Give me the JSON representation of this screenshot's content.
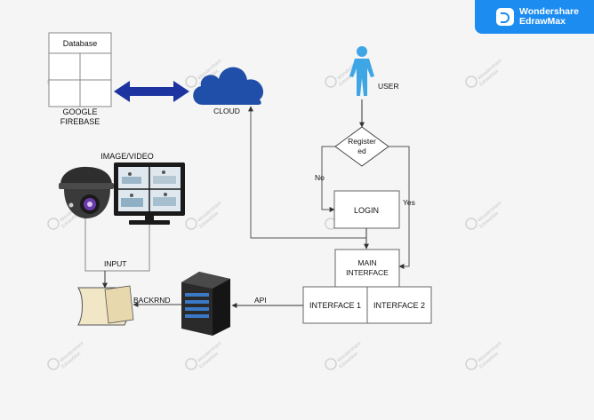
{
  "brand": {
    "line1": "Wondershare",
    "line2": "EdrawMax"
  },
  "watermark": {
    "line1": "Wondershare",
    "line2": "EdrawMax"
  },
  "nodes": {
    "database_header": "Database",
    "database_label_1": "GOOGLE",
    "database_label_2": "FIREBASE",
    "cloud": "CLOUD",
    "user": "USER",
    "decision_line1": "Register",
    "decision_line2": "ed",
    "login": "LOGIN",
    "main_interface_line1": "MAIN",
    "main_interface_line2": "INTERFACE",
    "interface1": "INTERFACE 1",
    "interface2": "INTERFACE 2",
    "image_video": "IMAGE/VIDEO",
    "input": "INPUT",
    "backend": "BACKRND"
  },
  "edges": {
    "no": "No",
    "yes": "Yes",
    "api": "API"
  },
  "icons": {
    "database": "database-table-icon",
    "cloud": "cloud-icon",
    "user": "user-person-icon",
    "camera": "security-camera-icon",
    "monitor": "monitor-icon",
    "server": "server-icon",
    "book": "storage-book-icon",
    "double_arrow": "double-arrow-icon"
  },
  "colors": {
    "cloud": "#1f4fa8",
    "arrow": "#1c33a0",
    "user": "#3fa6e6",
    "brand": "#1d8cf0",
    "line": "#7a7a7a"
  }
}
